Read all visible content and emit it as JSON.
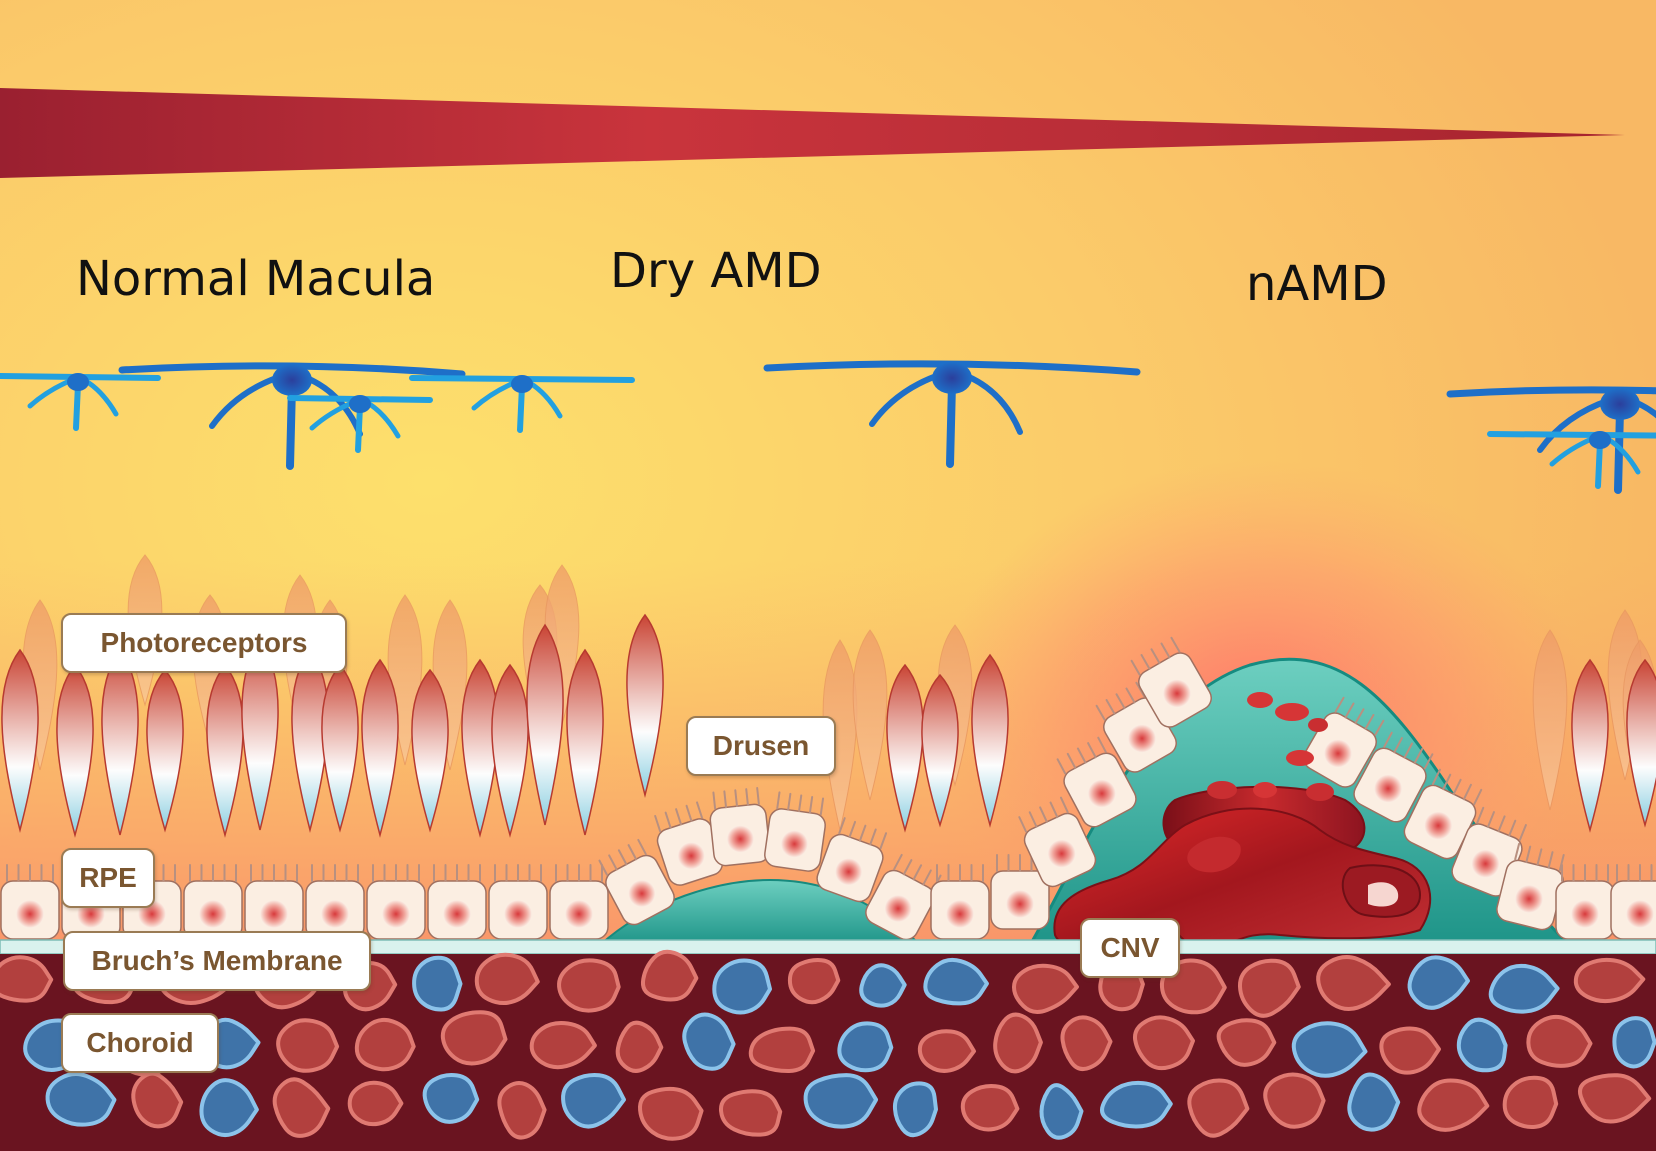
{
  "stages": {
    "normal": "Normal Macula",
    "dry": "Dry AMD",
    "wet": "nAMD"
  },
  "labels": {
    "photoreceptors": "Photoreceptors",
    "drusen": "Drusen",
    "rpe": "RPE",
    "bruchs": "Bruch’s Membrane",
    "choroid": "Choroid",
    "cnv": "CNV"
  },
  "colors": {
    "background_light": "#fde06c",
    "background_warm": "#f8b864",
    "progression_wedge": "#b42a36",
    "ganglion_cell": "#1f63b9",
    "photoreceptor_red": "#cc4436",
    "photoreceptor_blue": "#8ed0e2",
    "rpe_nucleus": "#d83a3c",
    "drusen_deposit": "#2fa99b",
    "choroid_vessel_red": "#b2403e",
    "choroid_vessel_blue": "#3f73a8",
    "cnv_blood": "#a51b22",
    "label_text": "#7a5630"
  }
}
